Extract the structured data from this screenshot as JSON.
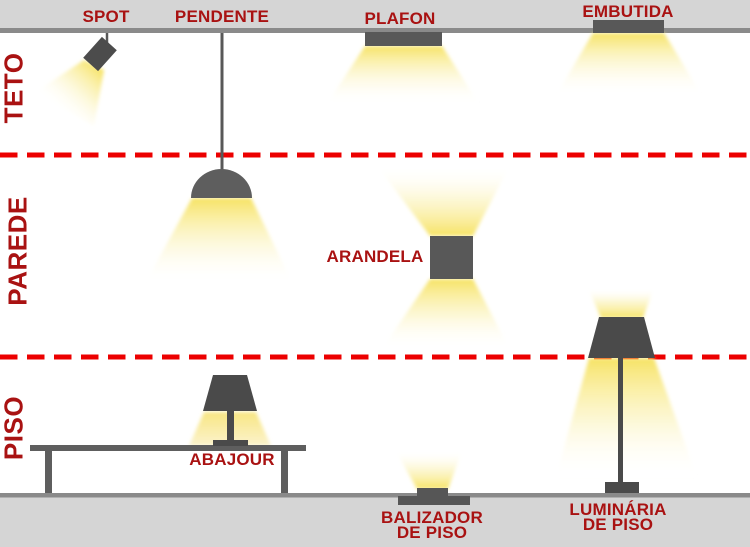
{
  "sections": {
    "teto": "TETO",
    "parede": "PAREDE",
    "piso": "PISO"
  },
  "fixtures": {
    "spot": "SPOT",
    "pendente": "PENDENTE",
    "plafon": "PLAFON",
    "embutida": "EMBUTIDA",
    "arandela": "ARANDELA",
    "abajour": "ABAJOUR",
    "balizador": {
      "line1": "BALIZADOR",
      "line2": "DE PISO"
    },
    "luminaria": {
      "line1": "LUMINÁRIA",
      "line2": "DE PISO"
    }
  },
  "colors": {
    "label_red": "#A91212",
    "divider_red": "#EC0000",
    "surface_gray": "#D5D5D5",
    "surface_edge_gray": "#8A8A8A",
    "fixture_gray": "#585858",
    "shade_gray": "#4A4A4A",
    "light_yellow": "#F6E25F"
  }
}
